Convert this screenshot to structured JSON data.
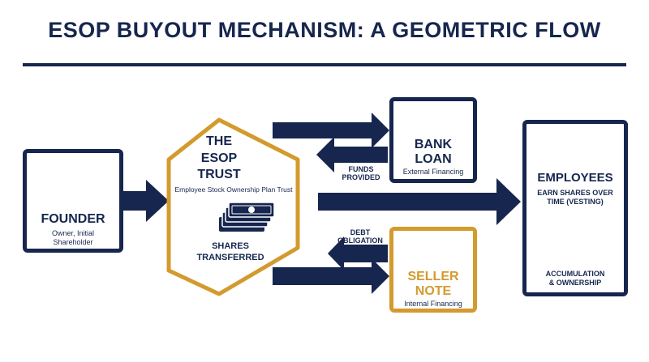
{
  "title": "ESOP BUYOUT MECHANISM: A GEOMETRIC FLOW",
  "founder": {
    "label": "FOUNDER",
    "sub_line1": "Owner, Initial",
    "sub_line2": "Shareholder"
  },
  "trust": {
    "title_line1": "THE",
    "title_line2": "ESOP",
    "title_line3": "TRUST",
    "subtitle": "Employee Stock Ownership Plan Trust",
    "shares_line1": "SHARES",
    "shares_line2": "TRANSFERRED"
  },
  "bank": {
    "title_line1": "BANK",
    "title_line2": "LOAN",
    "sub": "External Financing",
    "arrow_label_line1": "FUNDS",
    "arrow_label_line2": "PROVIDED"
  },
  "seller": {
    "title_line1": "SELLER",
    "title_line2": "NOTE",
    "sub": "Internal Financing",
    "arrow_label_line1": "DEBT",
    "arrow_label_line2": "OBLIGATION"
  },
  "employees": {
    "title": "EMPLOYEES",
    "sub_line1": "EARN SHARES OVER",
    "sub_line2": "TIME (VESTING)",
    "footer_line1": "ACCUMULATION",
    "footer_line2": "& OWNERSHIP"
  },
  "colors": {
    "navy": "#16264e",
    "gold": "#d39a2e"
  }
}
